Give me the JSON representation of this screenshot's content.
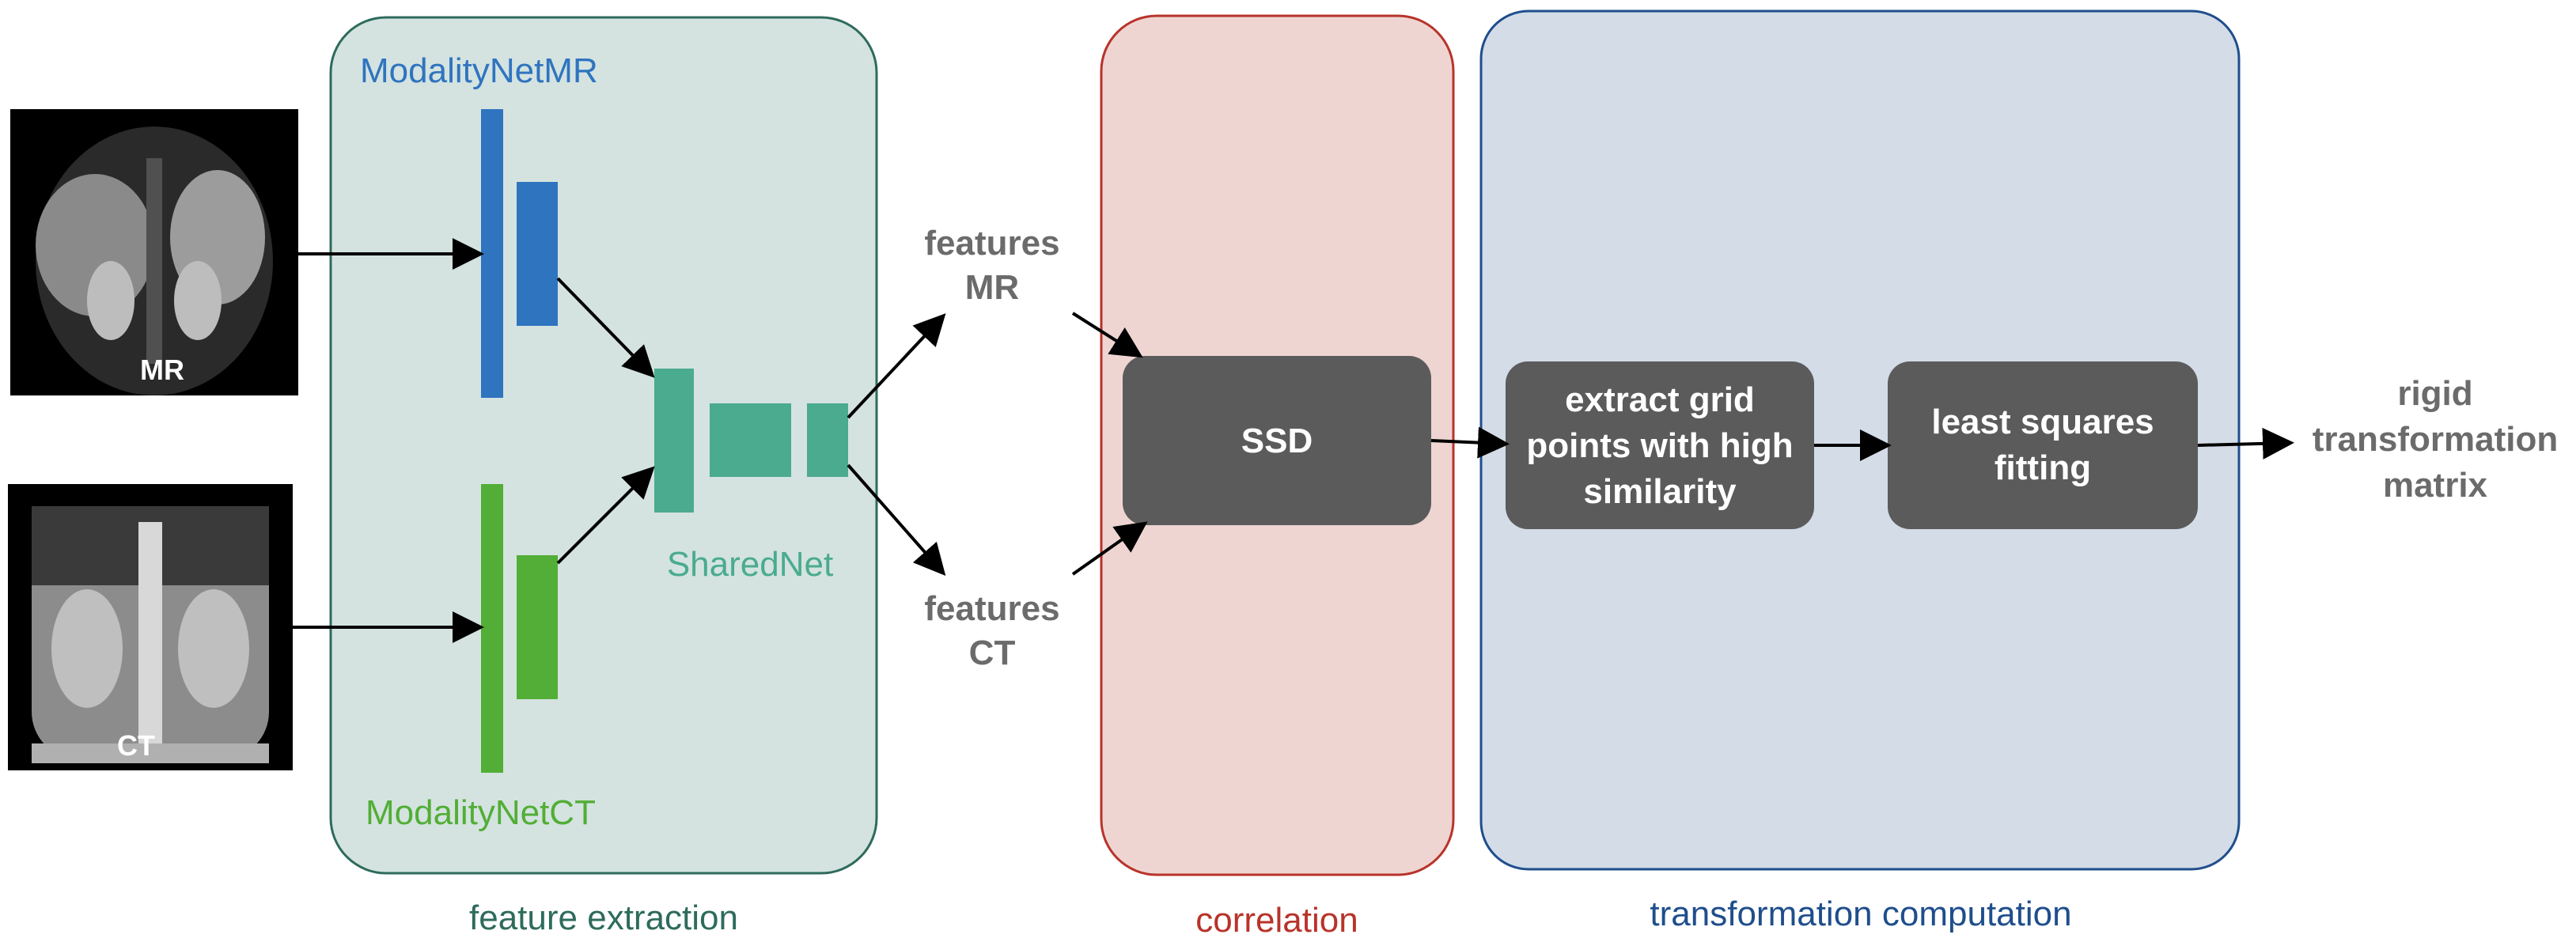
{
  "colors": {
    "feature_extraction_bg": "#d4e3e0",
    "feature_extraction_border": "#2e6b5c",
    "correlation_bg": "#efd5d2",
    "correlation_border": "#b8332a",
    "transformation_bg": "#d3dce7",
    "transformation_border": "#1f4e8c",
    "mr_blue": "#2f74bf",
    "ct_green": "#52ae36",
    "shared_teal": "#4aab8e",
    "process_box": "#5b5b5b",
    "grey_text": "#6b6b6b"
  },
  "inputs": {
    "mr_label": "MR",
    "ct_label": "CT"
  },
  "feature_extraction": {
    "caption": "feature extraction",
    "modality_mr": "ModalityNetMR",
    "modality_ct": "ModalityNetCT",
    "shared": "SharedNet"
  },
  "features": {
    "mr_line1": "features",
    "mr_line2": "MR",
    "ct_line1": "features",
    "ct_line2": "CT"
  },
  "correlation": {
    "caption": "correlation",
    "ssd": "SSD"
  },
  "transformation": {
    "caption": "transformation computation",
    "extract_line1": "extract grid",
    "extract_line2": "points with high",
    "extract_line3": "similarity",
    "lsq_line1": "least squares",
    "lsq_line2": "fitting"
  },
  "output": {
    "line1": "rigid",
    "line2": "transformation",
    "line3": "matrix"
  }
}
